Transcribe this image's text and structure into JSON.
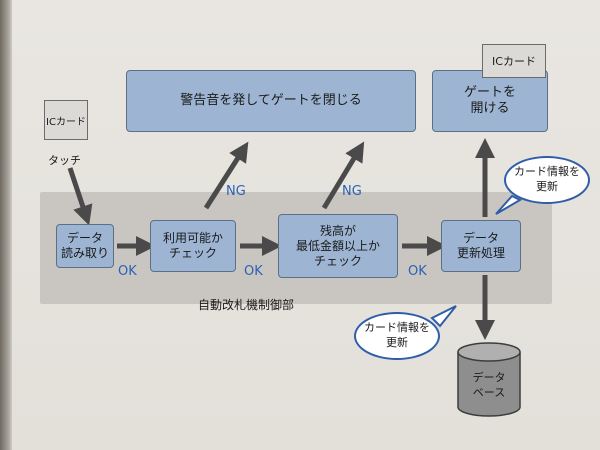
{
  "top": {
    "alarm_box": "警告音を発してゲートを閉じる",
    "gate_box": "ゲートを\n開ける",
    "ic_card_top": "ICカード"
  },
  "left": {
    "ic_card": "ICカード",
    "touch": "タッチ"
  },
  "flow": {
    "read_data": "データ\n読み取り",
    "check_usable": "利用可能か\nチェック",
    "check_balance": "残高が\n最低金額以上か\nチェック",
    "update_data": "データ\n更新処理"
  },
  "labels": {
    "ok1": "OK",
    "ok2": "OK",
    "ok3": "OK",
    "ng1": "NG",
    "ng2": "NG",
    "controller": "自動改札機制御部"
  },
  "bubbles": {
    "upper": "カード情報を\n更新",
    "lower": "カード情報を\n更新"
  },
  "database": "データ\nベース",
  "colors": {
    "box_fill": "#9db5d3",
    "label_blue": "#2a61b5",
    "band": "#c9c6c1"
  }
}
